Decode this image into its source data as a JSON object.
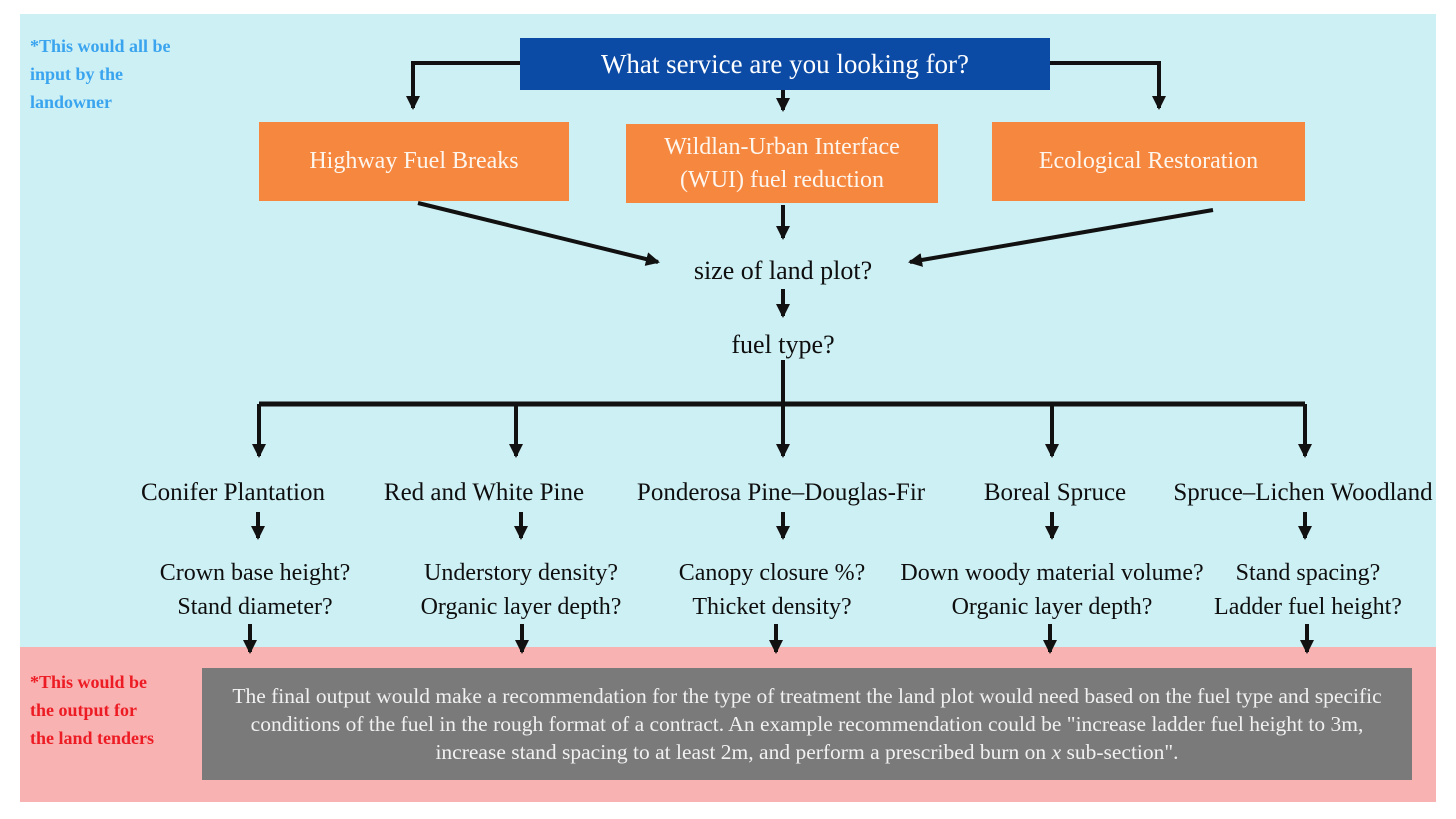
{
  "notes": {
    "input": {
      "lines": [
        "*This would all be",
        "input by the",
        "landowner"
      ]
    },
    "output": {
      "lines": [
        "*This would be",
        "the output for",
        "the land tenders"
      ]
    }
  },
  "root_question": "What service are you looking for?",
  "services": [
    {
      "label": "Highway Fuel Breaks"
    },
    {
      "label": "Wildlan-Urban Interface (WUI) fuel reduction"
    },
    {
      "label": "Ecological Restoration"
    }
  ],
  "flow": {
    "size_question": "size of land plot?",
    "fuel_type_question": "fuel type?"
  },
  "fuel_types": [
    {
      "label": "Conifer Plantation",
      "questions": [
        "Crown base height?",
        "Stand diameter?"
      ]
    },
    {
      "label": "Red and White Pine",
      "questions": [
        "Understory density?",
        "Organic layer depth?"
      ]
    },
    {
      "label": "Ponderosa Pine–Douglas-Fir",
      "questions": [
        "Canopy closure %?",
        "Thicket density?"
      ]
    },
    {
      "label": "Boreal Spruce",
      "questions": [
        "Down woody material volume?",
        "Organic layer depth?"
      ]
    },
    {
      "label": "Spruce–Lichen Woodland",
      "questions": [
        "Stand spacing?",
        "Ladder fuel height?"
      ]
    }
  ],
  "output": {
    "text_before_italic": "The final output would make a recommendation for the type of treatment the land plot would need based on the fuel type and specific conditions of the fuel in the rough format of a contract. An example recommendation could be \"increase ladder fuel height to 3m, increase stand spacing to at least 2m, and perform a prescribed burn on ",
    "italic_var": "x",
    "text_after_italic": " sub-section\"."
  },
  "colors": {
    "input_panel_bg": "#cdf0f4",
    "output_panel_bg": "#f9b2b2",
    "root_box_bg": "#0b4aa5",
    "service_box_bg": "#f6873f",
    "output_box_bg": "#7a7a7a",
    "input_note_text": "#3aa4ef",
    "output_note_text": "#ed1c24",
    "arrow": "#111111"
  }
}
